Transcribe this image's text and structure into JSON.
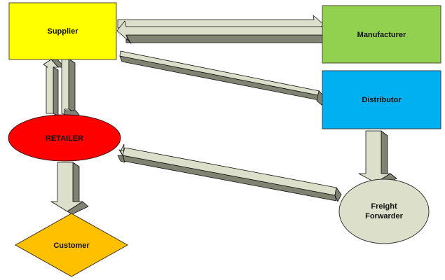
{
  "diagram": {
    "type": "supply-chain-flow",
    "nodes": [
      {
        "id": "supplier",
        "label": "Supplier",
        "shape": "rectangle",
        "color": "#ffff00"
      },
      {
        "id": "manufacturer",
        "label": "Manufacturer",
        "shape": "rectangle",
        "color": "#92d050"
      },
      {
        "id": "distributor",
        "label": "Distributor",
        "shape": "rectangle",
        "color": "#00b0f0"
      },
      {
        "id": "retailer",
        "label": "RETAILER",
        "shape": "ellipse",
        "color": "#ff0000"
      },
      {
        "id": "freight",
        "label_line1": "Freight",
        "label_line2": "Forwarder",
        "shape": "ellipse",
        "color": "#dcdfca"
      },
      {
        "id": "customer",
        "label": "Customer",
        "shape": "diamond",
        "color": "#ffc000"
      }
    ],
    "edges": [
      {
        "from": "supplier",
        "to": "manufacturer",
        "style": "3d-block-arrow"
      },
      {
        "from": "manufacturer",
        "to": "supplier",
        "style": "3d-block-arrow"
      },
      {
        "from": "supplier",
        "to": "distributor",
        "style": "3d-block-arrow"
      },
      {
        "from": "retailer",
        "to": "supplier",
        "style": "3d-block-arrow"
      },
      {
        "from": "supplier",
        "to": "retailer",
        "style": "3d-block-arrow"
      },
      {
        "from": "distributor",
        "to": "freight",
        "style": "3d-block-arrow"
      },
      {
        "from": "freight",
        "to": "retailer",
        "style": "3d-block-arrow"
      },
      {
        "from": "retailer",
        "to": "customer",
        "style": "3d-block-arrow"
      }
    ],
    "arrow_colors": {
      "face": "#dcdfca",
      "side": "#808272"
    }
  }
}
